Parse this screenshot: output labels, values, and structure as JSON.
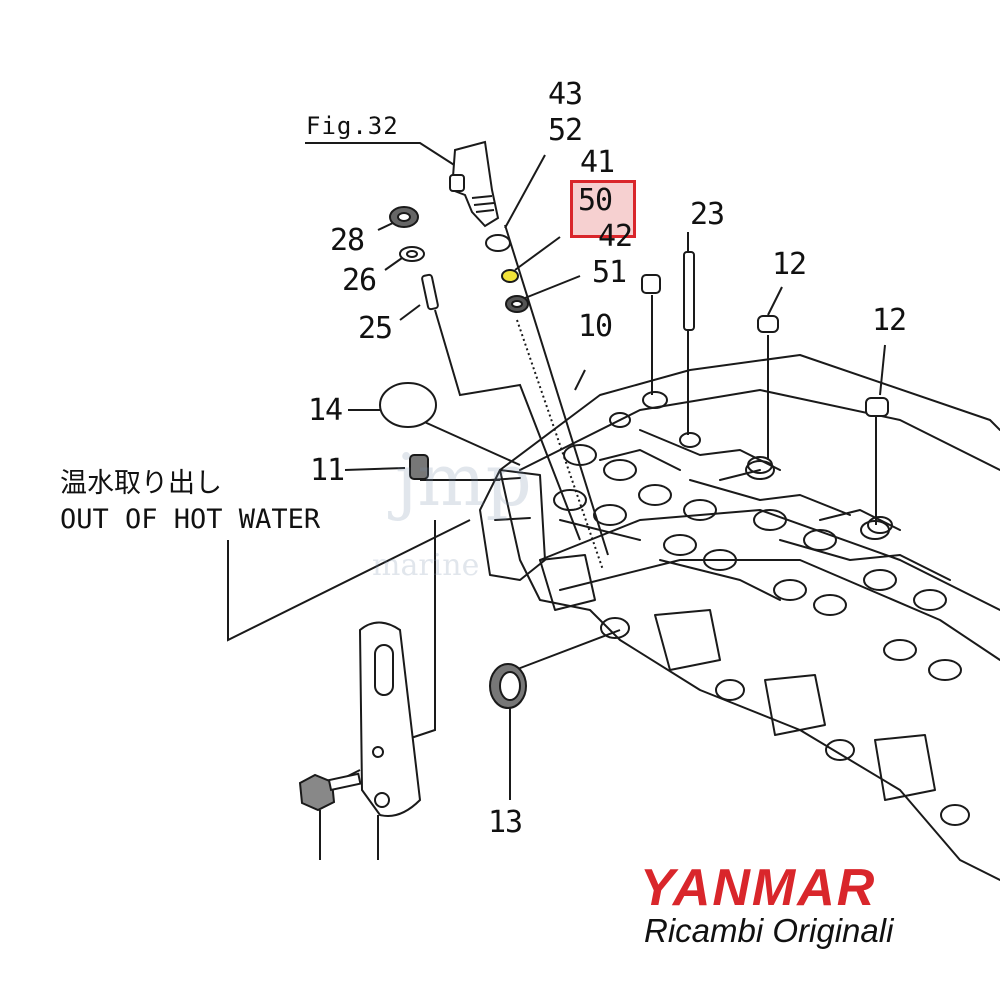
{
  "figure_ref": "Fig.32",
  "callouts": {
    "c43": "43",
    "c52": "52",
    "c41": "41",
    "c50": "50",
    "c42": "42",
    "c51": "51",
    "c23": "23",
    "c12a": "12",
    "c12b": "12",
    "c28": "28",
    "c26": "26",
    "c25": "25",
    "c10": "10",
    "c14": "14",
    "c11": "11",
    "c13": "13"
  },
  "highlighted_part": "50",
  "note": {
    "jp": "温水取り出し",
    "en": "OUT OF HOT WATER"
  },
  "watermark": {
    "line1": "jmp",
    "line2": "marine"
  },
  "brand": {
    "name": "YANMAR",
    "tagline": "Ricambi Originali",
    "color": "#d9262b"
  },
  "colors": {
    "highlight_border": "#d9262b",
    "ink": "#111111"
  }
}
